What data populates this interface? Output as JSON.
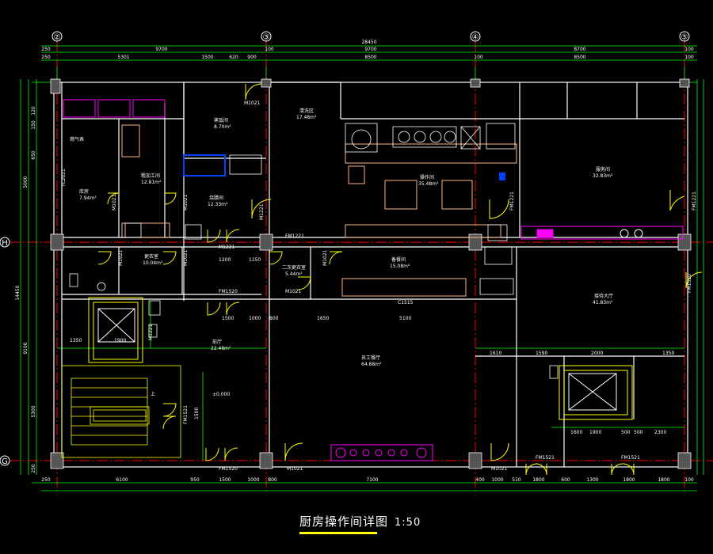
{
  "drawing": {
    "title": "厨房操作间详图",
    "scale": "1:50"
  },
  "axes": {
    "top": [
      "②",
      "③",
      "④",
      "⑤"
    ],
    "left": [
      "H",
      "G"
    ]
  },
  "dimensions": {
    "top_total": "28450",
    "top_row2": [
      "9700",
      "9700",
      "8700"
    ],
    "top_row3": [
      "5301",
      "1500",
      "620",
      "900",
      "8500",
      "8500"
    ],
    "top_edge": [
      "250",
      "250",
      "100",
      "100",
      "100",
      "100"
    ],
    "bottom": [
      "250",
      "6100",
      "950",
      "1500",
      "1000",
      "800",
      "7100",
      "400",
      "1000",
      "510",
      "1800",
      "600",
      "1300",
      "1800",
      "1800",
      "100"
    ],
    "left_total": "14450",
    "left_mid": [
      "5000",
      "9100",
      "5300"
    ],
    "left_small": [
      "650",
      "150",
      "120",
      "250"
    ],
    "interior": [
      "1200",
      "1150",
      "1500",
      "1000",
      "800",
      "1650",
      "5100",
      "1350",
      "1900",
      "1610",
      "1590",
      "2000",
      "1350",
      "1900",
      "1600",
      "2300",
      "500",
      "500",
      "1500"
    ]
  },
  "rooms": [
    {
      "name": "蒸饭间",
      "area": "8.70m²"
    },
    {
      "name": "清洗区",
      "area": "17.48m²"
    },
    {
      "name": "操作间",
      "area": "35.48m²"
    },
    {
      "name": "服务间",
      "area": "32.83m²"
    },
    {
      "name": "粗加工间",
      "area": "12.81m²"
    },
    {
      "name": "库房",
      "area": "7.94m²"
    },
    {
      "name": "烧腊间",
      "area": "12.33m²"
    },
    {
      "name": "更衣室",
      "area": "10.04m²"
    },
    {
      "name": "二次更衣室",
      "area": "5.44m²"
    },
    {
      "name": "备餐间",
      "area": "15.08m²"
    },
    {
      "name": "前厅",
      "area": "22.48m²"
    },
    {
      "name": "员工餐厅",
      "area": "64.88m²"
    },
    {
      "name": "接待大厅",
      "area": "41.83m²"
    }
  ],
  "doors": [
    "M1021",
    "M1021",
    "M1021",
    "M1021",
    "M1021",
    "FM1221",
    "FM1221",
    "M1221",
    "FM1221",
    "M1221",
    "M1021",
    "M1021",
    "FM1520",
    "M1221",
    "FM1520",
    "FM1520",
    "FM1521",
    "FM1521",
    "FM1521",
    "M1021",
    "M1021",
    "TC2021"
  ],
  "labels": {
    "gas": "燃气表",
    "counter": "C1515",
    "stair_top": "上",
    "level": "±0.000"
  },
  "colors": {
    "background": "#000000",
    "grid": "#ff0000",
    "wall": "#ffffff",
    "dim": "#00ff00",
    "door": "#ffff00",
    "equipment": "#ff00ff",
    "furniture": "#ffb380",
    "text": "#ffffff"
  }
}
